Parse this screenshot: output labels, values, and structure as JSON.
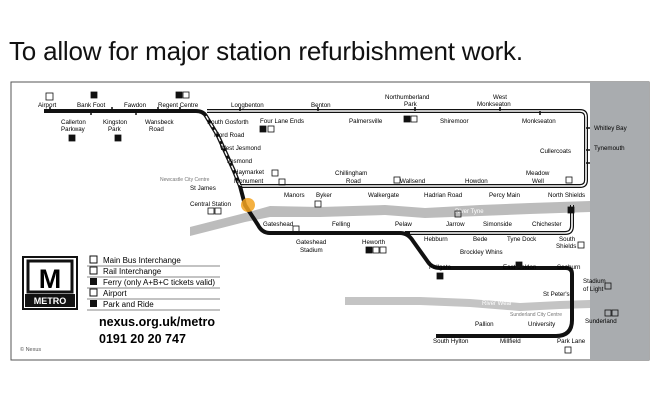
{
  "headline": "To allow for major station refurbishment work.",
  "colors": {
    "line": "#111111",
    "river": "#bcbcbc",
    "sea": "#a9acaf",
    "highlight": "#f2a21e",
    "frame": "#555555"
  },
  "copyright": "© Nexus",
  "river_labels": {
    "tyne": "River Tyne",
    "wear": "River Wear"
  },
  "area_labels": {
    "newcastle": "Newcastle City Centre",
    "sunderland": "Sunderland City Centre"
  },
  "stations": {
    "airport": "Airport",
    "bank_foot": "Bank Foot",
    "fawdon": "Fawdon",
    "regent_centre": "Regent Centre",
    "callerton_parkway": "Callerton Parkway",
    "kingston_park": "Kingston Park",
    "wansbeck_road": "Wansbeck Road",
    "longbenton": "Longbenton",
    "benton": "Benton",
    "northumberland_park": "Northumberland Park",
    "west_monkseaton": "West Monkseaton",
    "south_gosforth": "South Gosforth",
    "four_lane_ends": "Four Lane Ends",
    "palmersville": "Palmersville",
    "shiremoor": "Shiremoor",
    "monkseaton": "Monkseaton",
    "whitley_bay": "Whitley Bay",
    "ilford_road": "Ilford Road",
    "west_jesmond": "West Jesmond",
    "jesmond": "Jesmond",
    "haymarket": "Haymarket",
    "monument": "Monument",
    "cullercoats": "Cullercoats",
    "tynemouth": "Tynemouth",
    "st_james": "St James",
    "chillingham_road": "Chillingham Road",
    "wallsend": "Wallsend",
    "howdon": "Howdon",
    "meadow_well": "Meadow Well",
    "central_station": "Central Station",
    "manors": "Manors",
    "byker": "Byker",
    "walkergate": "Walkergate",
    "hadrian_road": "Hadrian Road",
    "percy_main": "Percy Main",
    "north_shields": "North Shields",
    "jarrow": "Jarrow",
    "chichester": "Chichester",
    "gateshead": "Gateshead",
    "felling": "Felling",
    "pelaw": "Pelaw",
    "hebburn": "Hebburn",
    "bede": "Bede",
    "simonside": "Simonside",
    "tyne_dock": "Tyne Dock",
    "south_shields": "South Shields",
    "gateshead_stadium": "Gateshead Stadium",
    "heworth": "Heworth",
    "brockley_whins": "Brockley Whins",
    "fellgate": "Fellgate",
    "east_boldon": "East Boldon",
    "seaburn": "Seaburn",
    "stadium_of_light": "Stadium of Light",
    "st_peters": "St Peter's",
    "sunderland": "Sunderland",
    "pallion": "Pallion",
    "university": "University",
    "south_hylton": "South Hylton",
    "millfield": "Millfield",
    "park_lane": "Park Lane"
  },
  "legend": {
    "items": [
      {
        "icon": "bus-icon",
        "label": "Main Bus Interchange"
      },
      {
        "icon": "rail-icon",
        "label": "Rail Interchange"
      },
      {
        "icon": "ferry-icon",
        "label": "Ferry (only A+B+C tickets valid)"
      },
      {
        "icon": "airport-icon",
        "label": "Airport"
      },
      {
        "icon": "park-and-ride-icon",
        "label": "Park and Ride"
      }
    ],
    "logo_letter": "M",
    "logo_word": "METRO",
    "website": "nexus.org.uk/metro",
    "phone": "0191 20 20 747"
  }
}
